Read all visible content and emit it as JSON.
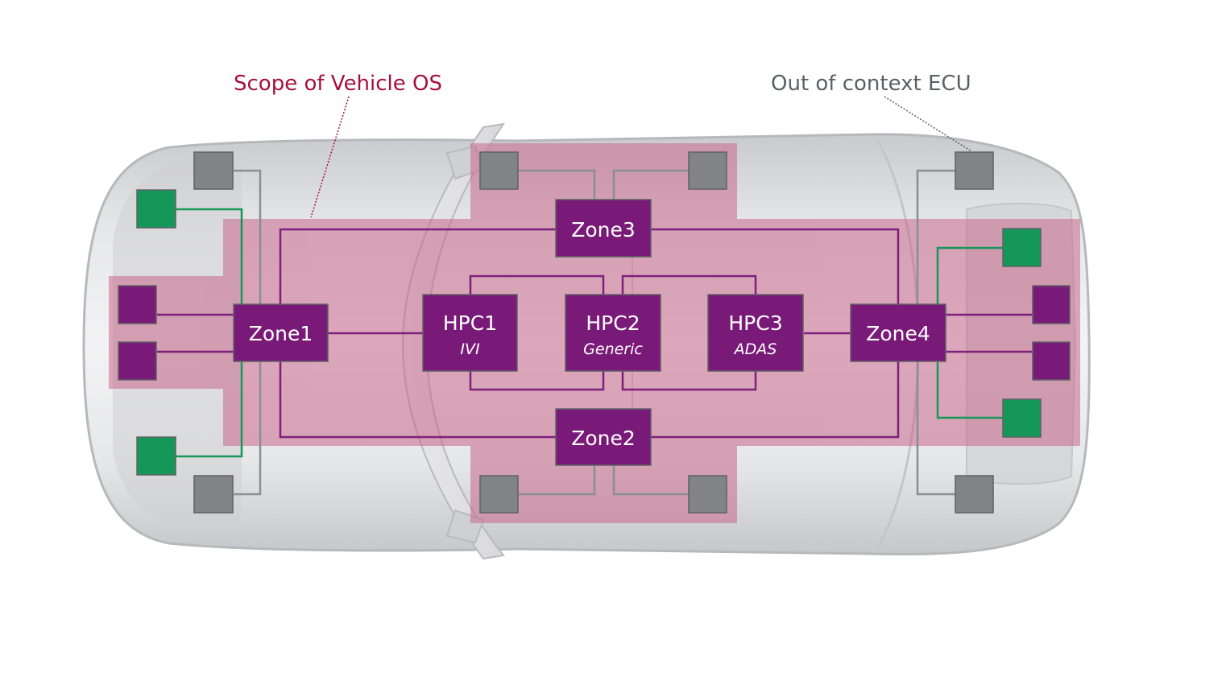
{
  "colors": {
    "scope": "#a6103e",
    "vehicle_os_ecu": "#7a1a78",
    "vehicle_os_line": "#7f1f7d",
    "sensor_ecu": "#16975a",
    "out_of_context_ecu": "#808487",
    "scope_region": "#c8688a",
    "callout_text": "#5b6066",
    "body": "#d7d8da"
  },
  "callouts": {
    "scope": "Scope of Vehicle OS",
    "out_of_context": "Out of context ECU"
  },
  "nodes": {
    "zone1": {
      "label": "Zone1"
    },
    "zone2": {
      "label": "Zone2"
    },
    "zone3": {
      "label": "Zone3"
    },
    "zone4": {
      "label": "Zone4"
    },
    "hpc1": {
      "label": "HPC1",
      "sub": "IVI"
    },
    "hpc2": {
      "label": "HPC2",
      "sub": "Generic"
    },
    "hpc3": {
      "label": "HPC3",
      "sub": "ADAS"
    }
  }
}
